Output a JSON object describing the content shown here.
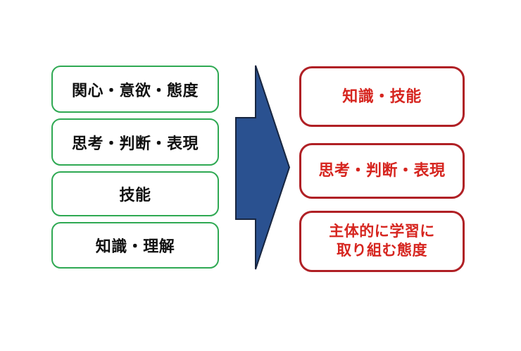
{
  "page": {
    "background_color": "#ffffff"
  },
  "diagram": {
    "old_column": {
      "border_color": "#2fa953",
      "text_color": "#111111",
      "items": [
        "関心・意欲・態度",
        "思考・判断・表現",
        "技能",
        "知識・理解"
      ]
    },
    "arrow": {
      "icon": "right-arrow-icon",
      "fill_color": "#2a5190",
      "outline_color": "#17253f"
    },
    "new_column": {
      "border_color": "#b02025",
      "text_color": "#d6251f",
      "items": [
        "知識・技能",
        "思考・判断・表現",
        "主体的に学習に\n取り組む態度"
      ]
    }
  }
}
